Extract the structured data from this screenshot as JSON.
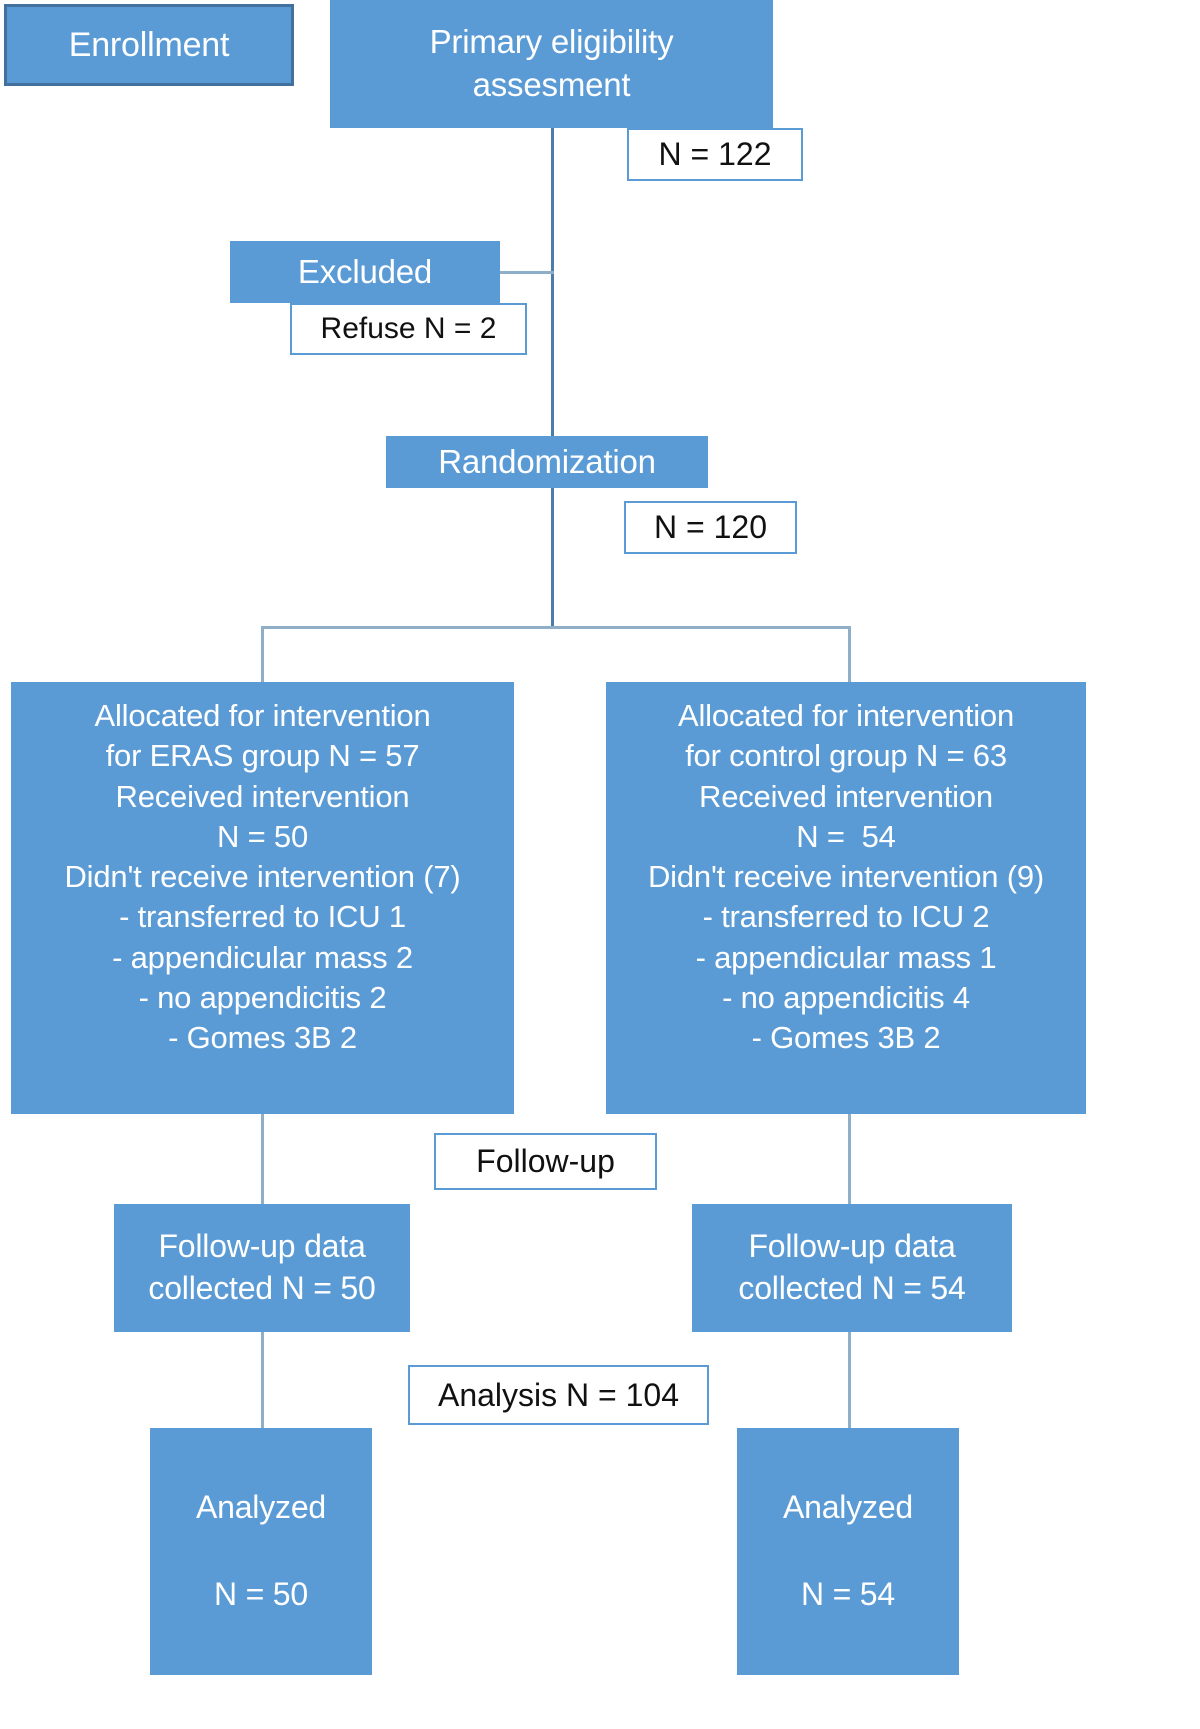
{
  "diagram": {
    "title": "CONSORT participant flow diagram",
    "accent_color": "#5B9BD5",
    "frame_color": "#41719C",
    "connector_color": "#4A7EA8",
    "text_on_fill": "#FFFFFF",
    "text_on_white": "#111111"
  },
  "nodes": {
    "enrollment": {
      "label": "Enrollment"
    },
    "eligibility": {
      "line1": "Primary eligibility",
      "line2": "assesment"
    },
    "eligibility_count": {
      "label": "N = 122"
    },
    "excluded": {
      "label": "Excluded"
    },
    "excluded_reason": {
      "label": "Refuse N = 2"
    },
    "randomization": {
      "label": "Randomization"
    },
    "randomization_count": {
      "label": "N = 120"
    },
    "eras_alloc": {
      "lines": [
        "Allocated for intervention",
        "for ERAS group N = 57",
        "Received intervention",
        "N = 50",
        "Didn't receive intervention (7)",
        "- transferred to ICU 1",
        "- appendicular mass 2",
        "- no appendicitis 2",
        "- Gomes 3B 2"
      ]
    },
    "control_alloc": {
      "lines": [
        "Allocated for intervention",
        "for control group N = 63",
        "Received intervention",
        "N =  54",
        "Didn't receive intervention (9)",
        "- transferred to ICU 2",
        "- appendicular mass 1",
        "- no appendicitis 4",
        "- Gomes 3B 2"
      ]
    },
    "followup_stage": {
      "label": "Follow-up"
    },
    "eras_followup": {
      "line1": "Follow-up data",
      "line2": "collected N = 50"
    },
    "control_followup": {
      "line1": "Follow-up data",
      "line2": "collected N = 54"
    },
    "analysis_stage": {
      "label": "Analysis N = 104"
    },
    "eras_analyzed": {
      "line1": "Analyzed",
      "line2": "N = 50"
    },
    "control_analyzed": {
      "line1": "Analyzed",
      "line2": "N = 54"
    }
  },
  "chart_data": {
    "type": "diagram",
    "title": "CONSORT flow diagram",
    "stages": [
      "Enrollment",
      "Randomization",
      "Allocation",
      "Follow-up",
      "Analysis"
    ],
    "flow": [
      {
        "stage": "Enrollment",
        "node": "Primary eligibility assesment",
        "n": 122
      },
      {
        "stage": "Enrollment",
        "node": "Excluded - Refuse",
        "n": 2
      },
      {
        "stage": "Randomization",
        "node": "Randomization",
        "n": 120
      },
      {
        "stage": "Allocation",
        "node": "ERAS group allocated",
        "n": 57
      },
      {
        "stage": "Allocation",
        "node": "ERAS received intervention",
        "n": 50
      },
      {
        "stage": "Allocation",
        "node": "ERAS didn't receive intervention",
        "n": 7,
        "reasons": [
          {
            "label": "transferred to ICU",
            "n": 1
          },
          {
            "label": "appendicular mass",
            "n": 2
          },
          {
            "label": "no appendicitis",
            "n": 2
          },
          {
            "label": "Gomes 3B",
            "n": 2
          }
        ]
      },
      {
        "stage": "Allocation",
        "node": "Control group allocated",
        "n": 63
      },
      {
        "stage": "Allocation",
        "node": "Control received intervention",
        "n": 54
      },
      {
        "stage": "Allocation",
        "node": "Control didn't receive intervention",
        "n": 9,
        "reasons": [
          {
            "label": "transferred to ICU",
            "n": 2
          },
          {
            "label": "appendicular mass",
            "n": 1
          },
          {
            "label": "no appendicitis",
            "n": 4
          },
          {
            "label": "Gomes 3B",
            "n": 2
          }
        ]
      },
      {
        "stage": "Follow-up",
        "node": "ERAS follow-up data collected",
        "n": 50
      },
      {
        "stage": "Follow-up",
        "node": "Control follow-up data collected",
        "n": 54
      },
      {
        "stage": "Analysis",
        "node": "ERAS analyzed",
        "n": 50
      },
      {
        "stage": "Analysis",
        "node": "Control analyzed",
        "n": 54
      },
      {
        "stage": "Analysis",
        "node": "Total analysis",
        "n": 104
      }
    ]
  }
}
